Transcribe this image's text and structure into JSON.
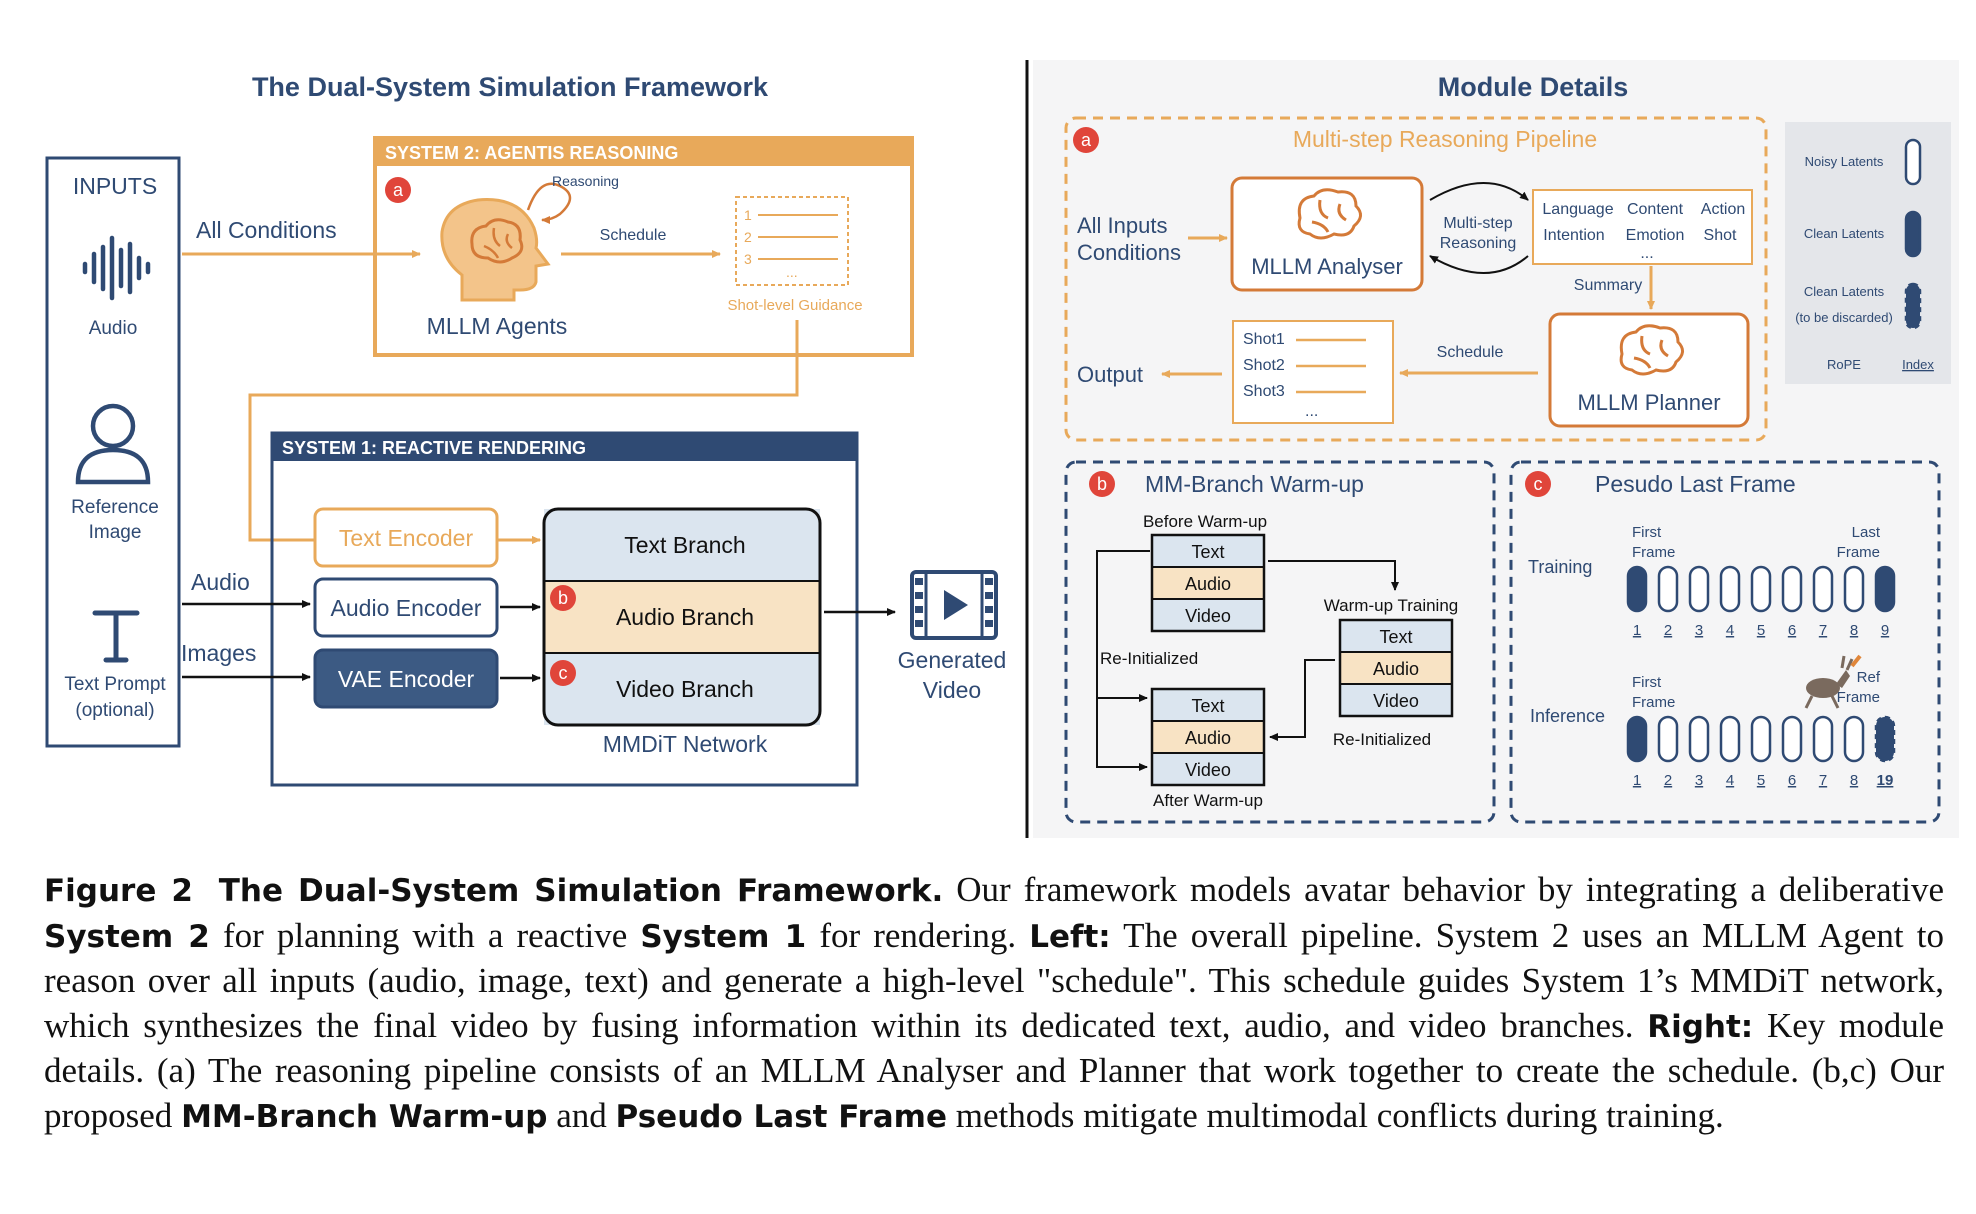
{
  "left": {
    "title": "The Dual-System Simulation Framework",
    "inputs_header": "INPUTS",
    "audio": "Audio",
    "reference_image": [
      "Reference",
      "Image"
    ],
    "text_prompt": [
      "Text Prompt",
      "(optional)"
    ],
    "all_conditions": "All Conditions",
    "audio_edge": "Audio",
    "images_edge": "Images",
    "system2": {
      "header": "SYSTEM 2: AGENTIS REASONING",
      "badge": "a",
      "reasoning": "Reasoning",
      "schedule": "Schedule",
      "agents": "MLLM Agents",
      "guidance": "Shot-level Guidance",
      "list_marks": [
        "1",
        "2",
        "3",
        "..."
      ]
    },
    "system1": {
      "header": "SYSTEM 1: REACTIVE RENDERING",
      "text_encoder": "Text Encoder",
      "audio_encoder": "Audio Encoder",
      "vae_encoder": "VAE Encoder",
      "text_branch": "Text Branch",
      "audio_branch": "Audio Branch",
      "video_branch": "Video Branch",
      "badge_b": "b",
      "badge_c": "c",
      "network": "MMDiT Network"
    },
    "generated_video": [
      "Generated",
      "Video"
    ]
  },
  "right": {
    "title": "Module Details",
    "pipeline": {
      "badge": "a",
      "title": "Multi-step Reasoning Pipeline",
      "all_inputs": [
        "All Inputs",
        "Conditions"
      ],
      "analyser": "MLLM Analyser",
      "multistep": [
        "Multi-step",
        "Reasoning"
      ],
      "attributes_row1": [
        "Language",
        "Content",
        "Action"
      ],
      "attributes_row2": [
        "Intention",
        "Emotion",
        "Shot"
      ],
      "ellipsis": "...",
      "summary": "Summary",
      "planner": "MLLM Planner",
      "schedule": "Schedule",
      "shots": [
        "Shot1",
        "Shot2",
        "Shot3",
        "..."
      ],
      "output": "Output"
    },
    "legend": {
      "noisy": "Noisy Latents",
      "clean": "Clean Latents",
      "clean_discard": [
        "Clean Latents",
        "(to be discarded)"
      ],
      "rope": "RoPE",
      "index": "Index"
    },
    "warmup": {
      "badge": "b",
      "title": "MM-Branch Warm-up",
      "before": "Before Warm-up",
      "after": "After Warm-up",
      "training": "Warm-up Training",
      "reinit_left": "Re-Initialized",
      "reinit_right": "Re-Initialized",
      "rows": [
        "Text",
        "Audio",
        "Video"
      ]
    },
    "pseudo": {
      "badge": "c",
      "title": "Pesudo Last Frame",
      "training": "Training",
      "inference": "Inference",
      "first_frame": [
        "First",
        "Frame"
      ],
      "last_frame": [
        "Last",
        "Frame"
      ],
      "ref_frame": [
        "Ref",
        "Frame"
      ],
      "train_indices": [
        "1",
        "2",
        "3",
        "4",
        "5",
        "6",
        "7",
        "8",
        "9"
      ],
      "infer_indices": [
        "1",
        "2",
        "3",
        "4",
        "5",
        "6",
        "7",
        "8",
        "19"
      ]
    }
  },
  "caption": {
    "label": "Figure 2",
    "title": "The Dual-System Simulation Framework.",
    "p1": " Our framework models avatar behavior by integrating a deliberative ",
    "s2": "System 2",
    "p2": " for planning with a reactive ",
    "s1": "System 1",
    "p3": " for rendering. ",
    "left": "Left:",
    "p4": " The overall pipeline. System 2 uses an MLLM Agent to reason over all inputs (audio, image, text) and generate a high-level \"schedule\". This schedule guides System 1’s MMDiT network, which synthesizes the final video by fusing information within its dedicated text, audio, and video branches. ",
    "right": "Right:",
    "p5": " Key module details. (a) The reasoning pipeline consists of an MLLM Analyser and Planner that work together to create the schedule. (b,c) Our proposed ",
    "mm": "MM-Branch Warm-up",
    "p6": " and ",
    "plf": "Pseudo Last Frame",
    "p7": " methods mitigate multimodal conflicts during training."
  },
  "colors": {
    "navy": "#2f4a73",
    "orange": "#e8a95a",
    "orange_dark": "#d47a38",
    "red_badge": "#e0453a",
    "branch_blue": "#dbe5ef",
    "branch_peach": "#f8e3c4",
    "panel_gray": "#f5f5f6"
  }
}
